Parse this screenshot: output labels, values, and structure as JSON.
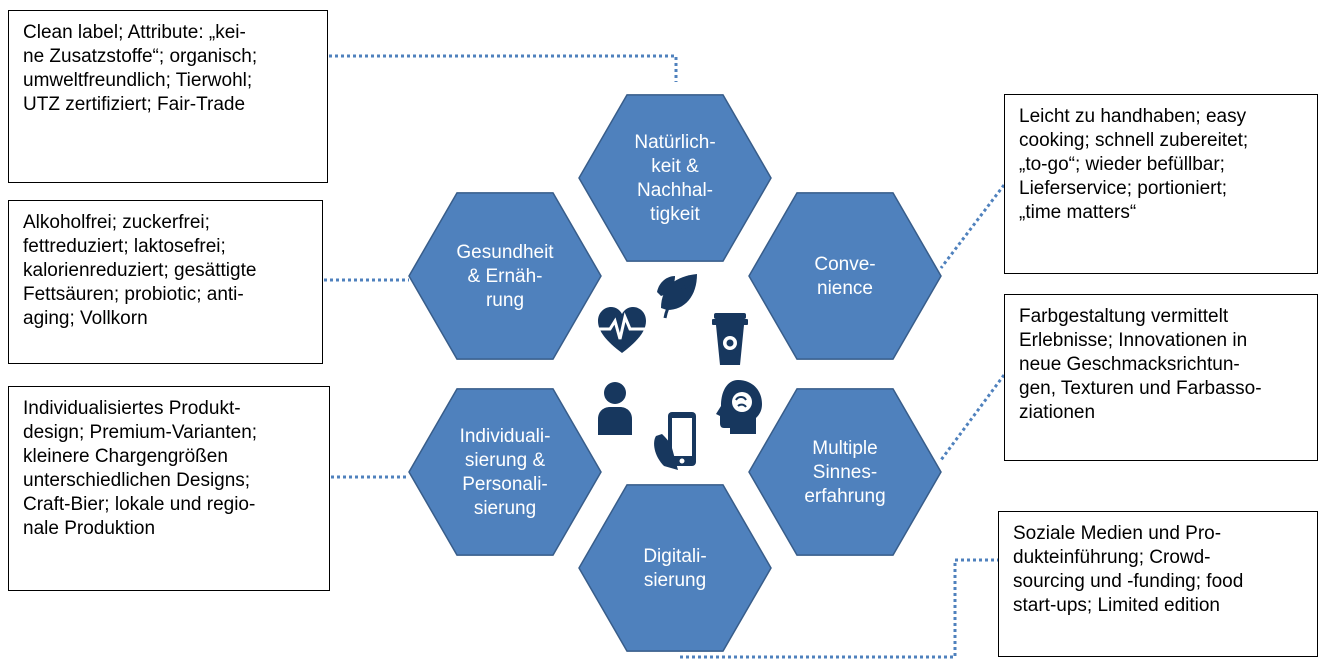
{
  "diagram": {
    "colors": {
      "hex_fill": "#4f81bd",
      "hex_stroke": "#385d8a",
      "icon": "#17375e",
      "connector": "#4f81bd"
    },
    "hexagons": [
      {
        "id": "naturalness",
        "lines": [
          "Natürlich-",
          "keit &",
          "Nachhal-",
          "tigkeit"
        ]
      },
      {
        "id": "health",
        "lines": [
          "Gesundheit",
          "& Ernäh-",
          "rung"
        ]
      },
      {
        "id": "convenience",
        "lines": [
          "Conve-",
          "nience"
        ]
      },
      {
        "id": "individualization",
        "lines": [
          "Individuali-",
          "sierung &",
          "Personali-",
          "sierung"
        ]
      },
      {
        "id": "senses",
        "lines": [
          "Multiple",
          "Sinnes-",
          "erfahrung"
        ]
      },
      {
        "id": "digitalization",
        "lines": [
          "Digitali-",
          "sierung"
        ]
      }
    ],
    "boxes": [
      {
        "id": "naturalness",
        "text": "Clean label; Attribute: „kei-\nne Zusatzstoffe“; organisch;\numweltfreundlich; Tierwohl;\nUTZ zertifiziert; Fair-Trade"
      },
      {
        "id": "health",
        "text": "Alkoholfrei; zuckerfrei;\nfettreduziert; laktosefrei;\nkalorienreduziert; gesättigte\nFettsäuren; probiotic; anti-\naging; Vollkorn"
      },
      {
        "id": "individualization",
        "text": "Individualisiertes Produkt-\ndesign; Premium-Varianten;\nkleinere Chargengrößen\nunterschiedlichen Designs;\nCraft-Bier; lokale und regio-\nnale Produktion"
      },
      {
        "id": "convenience",
        "text": "Leicht zu handhaben; easy\ncooking; schnell zubereitet;\n„to-go“; wieder befüllbar;\nLieferservice; portioniert;\n„time matters“"
      },
      {
        "id": "senses",
        "text": "Farbgestaltung vermittelt\nErlebnisse; Innovationen in\nneue Geschmacksrichtun-\ngen, Texturen und Farbasso-\nziationen"
      },
      {
        "id": "digitalization",
        "text": "Soziale Medien und Pro-\ndukteinführung; Crowd-\nsourcing und -funding; food\nstart-ups; Limited edition"
      }
    ],
    "icons": [
      "heart-pulse-icon",
      "leaf-icon",
      "coffee-cup-icon",
      "person-icon",
      "smartphone-icon",
      "head-brain-icon"
    ]
  }
}
